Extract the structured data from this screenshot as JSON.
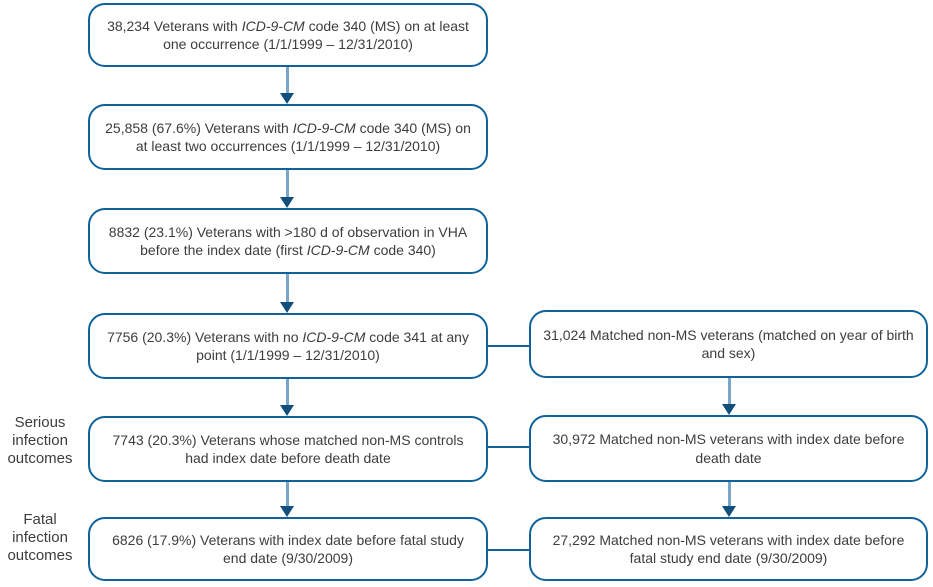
{
  "colors": {
    "box_border": "#0e639c",
    "arrow_shaft": "#7aa6c9",
    "arrow_head": "#114f7d",
    "connector": "#0e639c",
    "text": "#3d3d3d"
  },
  "boxes": {
    "b1": {
      "pre": "38,234 Veterans with ",
      "italic": "ICD-9-CM",
      "post": " code 340 (MS) on at least one occurrence (1/1/1999 – 12/31/2010)"
    },
    "b2": {
      "pre": "25,858 (67.6%) Veterans with ",
      "italic": "ICD-9-CM",
      "post": " code 340 (MS) on at least two occurrences (1/1/1999 – 12/31/2010)"
    },
    "b3": {
      "pre": "8832 (23.1%) Veterans with >180 d of observation in VHA before the index date (first ",
      "italic": "ICD-9-CM",
      "post": " code 340)"
    },
    "b4": {
      "pre": "7756 (20.3%) Veterans with no ",
      "italic": "ICD-9-CM",
      "post": " code 341 at any point (1/1/1999 – 12/31/2010)"
    },
    "b5": {
      "text": "7743 (20.3%) Veterans whose matched non-MS controls had index date before death date"
    },
    "b6": {
      "text": "6826 (17.9%) Veterans with index date before fatal study end date (9/30/2009)"
    },
    "r1": {
      "text": "31,024 Matched non-MS veterans (matched on year of birth and sex)"
    },
    "r2": {
      "text": "30,972 Matched non-MS veterans with index date before death date"
    },
    "r3": {
      "text": "27,292 Matched non-MS veterans with index date before fatal study end date (9/30/2009)"
    }
  },
  "side_labels": {
    "serious": {
      "line1": "Serious",
      "line2": "infection",
      "line3": "outcomes"
    },
    "fatal": {
      "line1": "Fatal",
      "line2": "infection",
      "line3": "outcomes"
    }
  }
}
